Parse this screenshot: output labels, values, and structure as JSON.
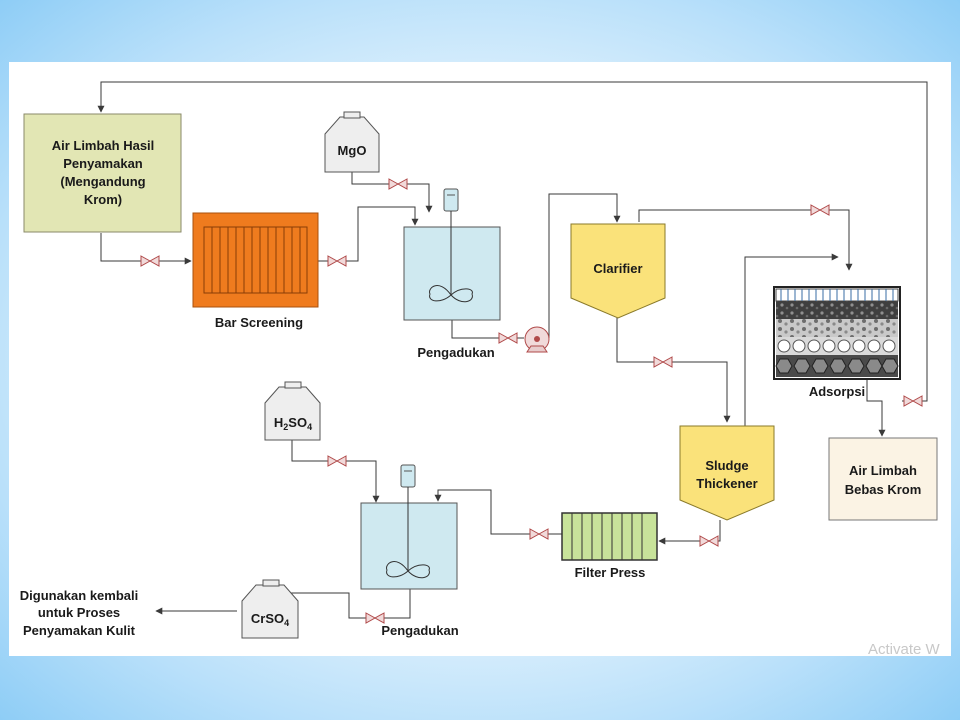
{
  "diagram": {
    "nodes": {
      "source": [
        "Air Limbah Hasil",
        "Penyamakan",
        "(Mengandung",
        "Krom)"
      ],
      "bar_screening": "Bar Screening",
      "mgo": "MgO",
      "mixer_top": "Pengadukan",
      "clarifier": "Clarifier",
      "adsorption": "Adsorpsi",
      "treated": [
        "Air Limbah",
        "Bebas Krom"
      ],
      "h2so4": {
        "base": "H",
        "sub1": "2",
        "mid": "SO",
        "sub2": "4"
      },
      "thickener": [
        "Sludge",
        "Thickener"
      ],
      "filter_press": "Filter Press",
      "mixer_bottom": "Pengadukan",
      "crso4": {
        "base": "CrSO",
        "sub": "4"
      },
      "reuse": [
        "Digunakan kembali",
        "untuk Proses",
        "Penyamakan Kulit"
      ]
    },
    "colors": {
      "source_fill": "#e2e6b4",
      "bar_screen_fill": "#ef7b1e",
      "tank_fill": "#cfe9f0",
      "clarifier_fill": "#fae27a",
      "filter_fill": "#c8e39a",
      "treated_fill": "#fbf3e4",
      "valve_color": "#b04a4a"
    }
  },
  "watermark": "Activate W"
}
